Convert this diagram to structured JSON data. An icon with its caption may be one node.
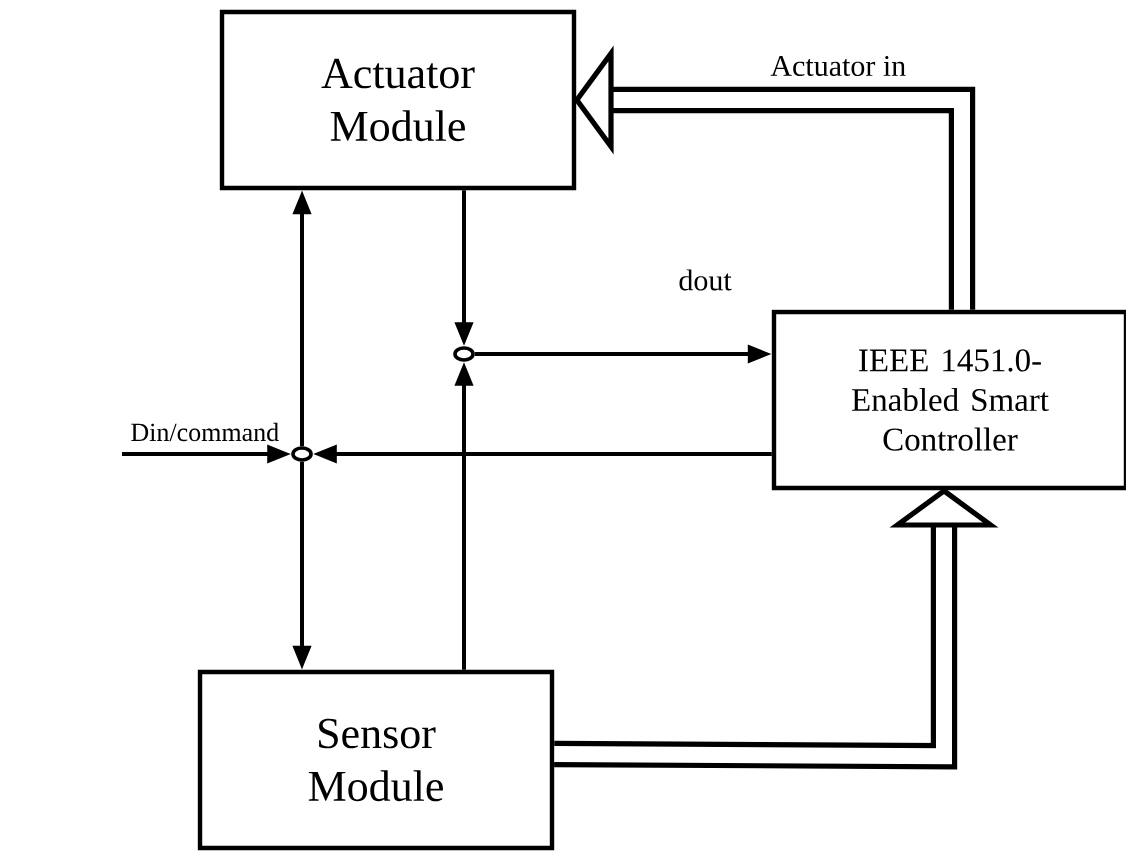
{
  "diagram": {
    "nodes": [
      {
        "text": [
          "Actuator Module"
        ]
      },
      {
        "text": [],
        "shape": "circle"
      },
      {
        "text": [
          "IEEE 1451.0-Enabled Smart Controller"
        ]
      },
      {
        "text": [],
        "shape": "circle"
      },
      {
        "text": [
          "Sensor Module"
        ]
      }
    ],
    "edges": [
      {
        "from": 2,
        "to": 0,
        "arrow": "to",
        "label": "Actuator in",
        "style": "thick"
      },
      {
        "from": 0,
        "to": 1,
        "arrow": "to"
      },
      {
        "from": 1,
        "to": 2,
        "arrow": "to",
        "label": "dout"
      },
      {
        "from": 4,
        "to": 1,
        "arrow": "to"
      },
      {
        "from": null,
        "to": 3,
        "arrow": "to",
        "label": "Din/command"
      },
      {
        "from": 2,
        "to": 3,
        "arrow": "to"
      },
      {
        "from": 3,
        "to": 0,
        "arrow": "to"
      },
      {
        "from": 3,
        "to": 4,
        "arrow": "to"
      },
      {
        "from": 4,
        "to": 2,
        "arrow": "to",
        "style": "thick"
      }
    ]
  }
}
